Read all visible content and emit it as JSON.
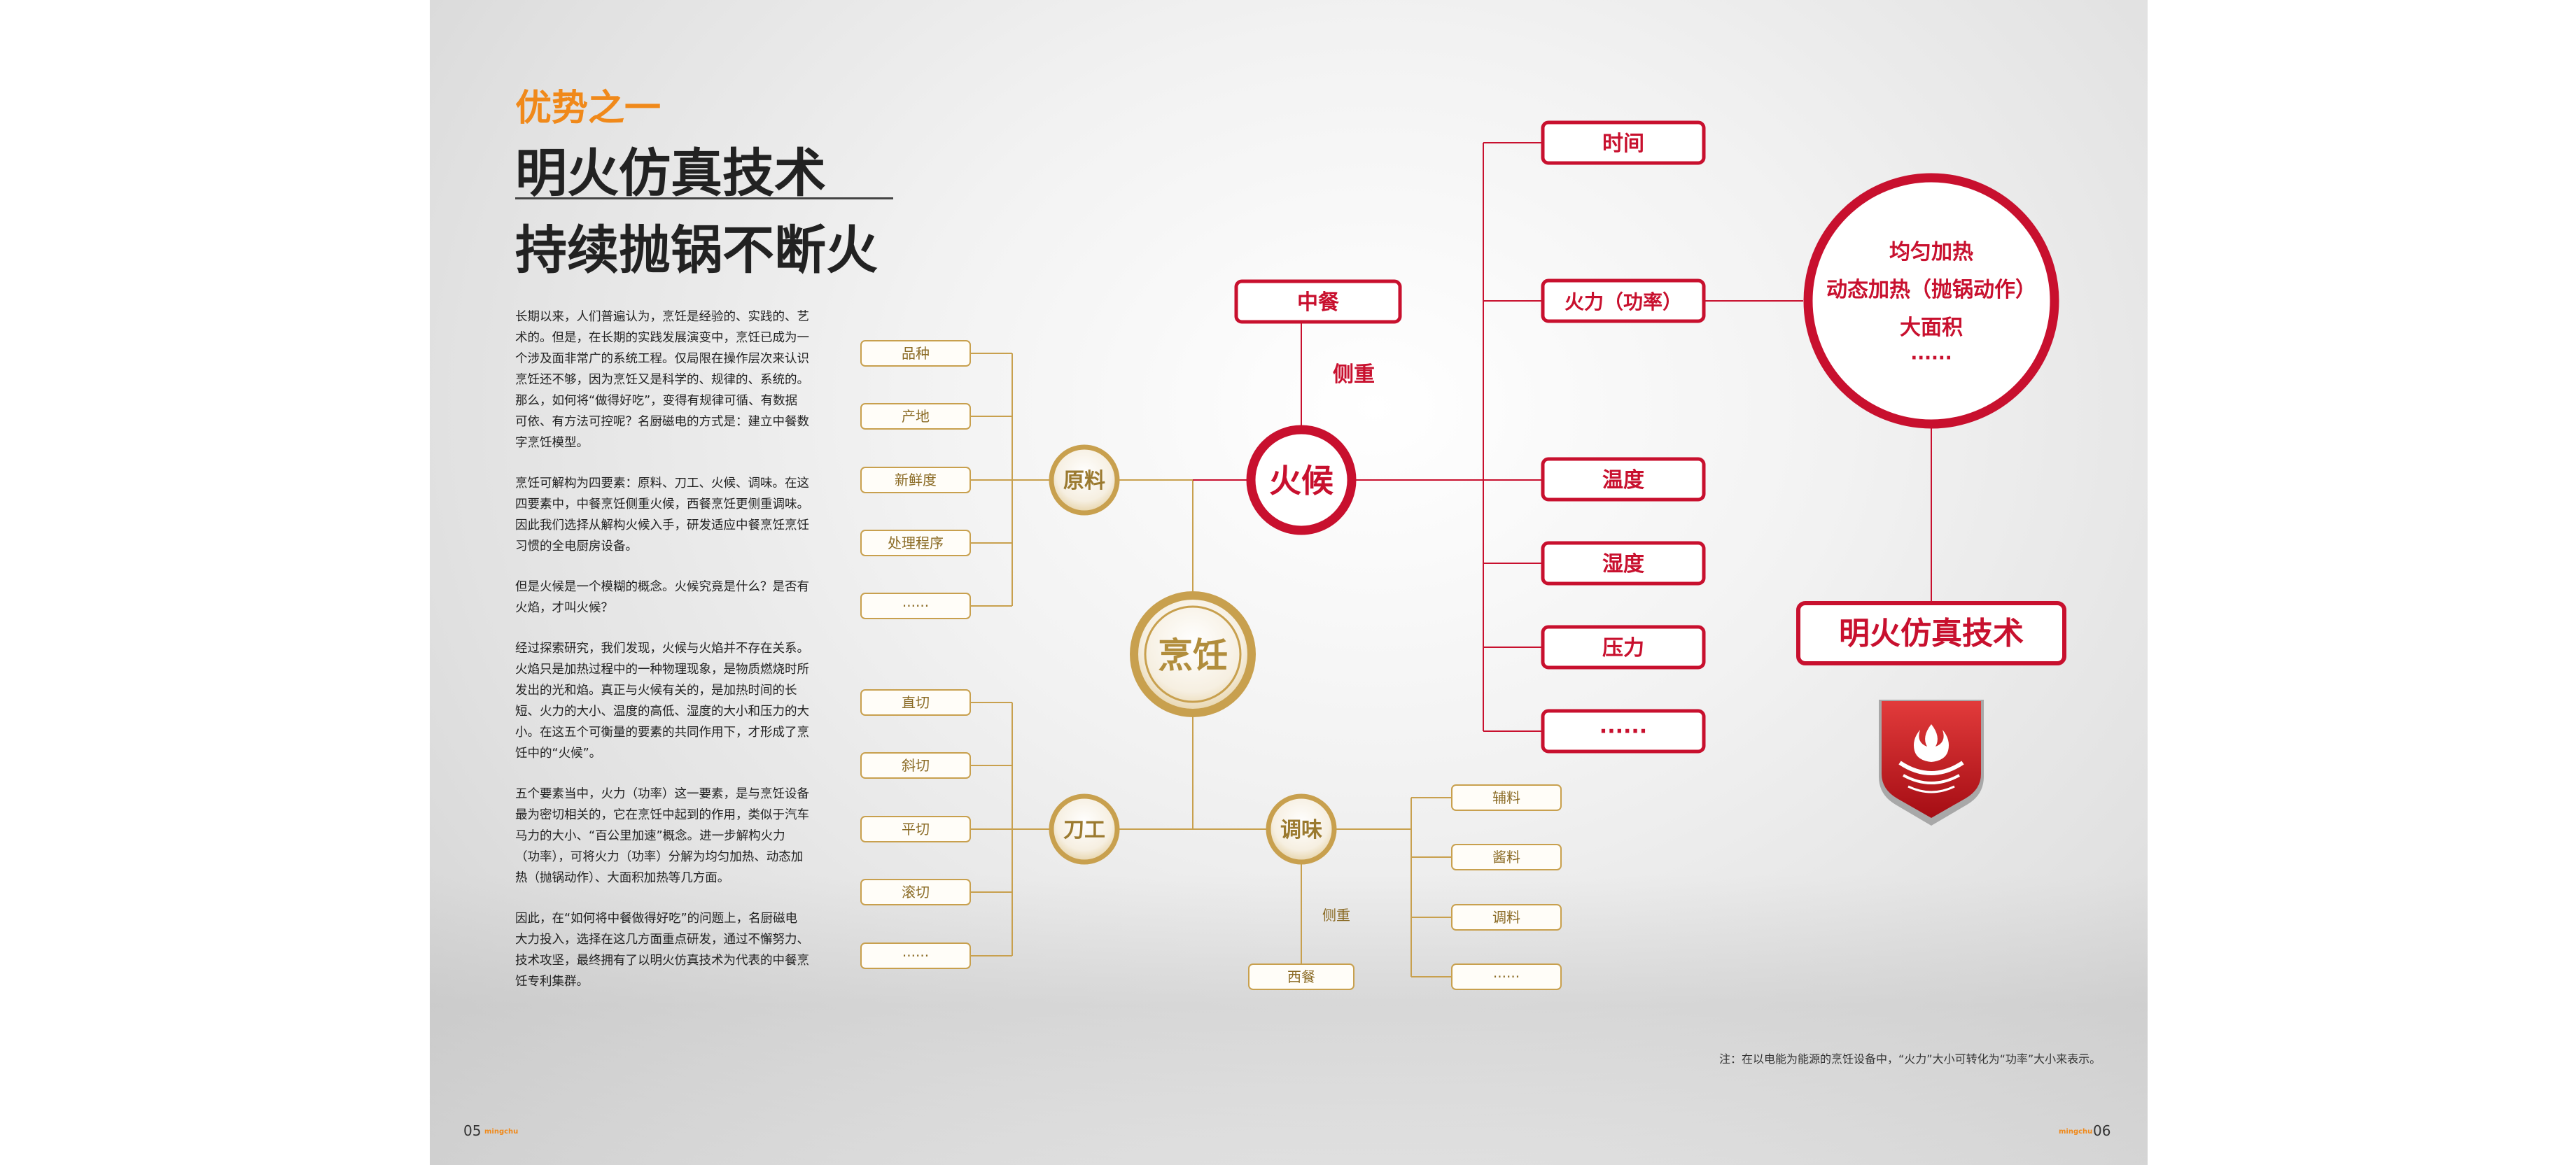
{
  "kicker": "优势之一",
  "title_line1": "明火仿真技术",
  "title_line2": "持续抛锅不断火",
  "paragraphs": [
    "长期以来，人们普遍认为，烹饪是经验的、实践的、艺术的。但是，在长期的实践发展演变中，烹饪已成为一个涉及面非常广的系统工程。仅局限在操作层次来认识烹饪还不够，因为烹饪又是科学的、规律的、系统的。那么，如何将“做得好吃”，变得有规律可循、有数据可依、有方法可控呢？名厨磁电的方式是：建立中餐数字烹饪模型。",
    "烹饪可解构为四要素：原料、刀工、火候、调味。在这四要素中，中餐烹饪侧重火候，西餐烹饪更侧重调味。因此我们选择从解构火候入手，研发适应中餐烹饪烹饪习惯的全电厨房设备。",
    "但是火候是一个模糊的概念。火候究竟是什么？是否有火焰，才叫火候？",
    "经过探索研究，我们发现，火候与火焰并不存在关系。火焰只是加热过程中的一种物理现象，是物质燃烧时所发出的光和焰。真正与火候有关的，是加热时间的长短、火力的大小、温度的高低、湿度的大小和压力的大小。在这五个可衡量的要素的共同作用下，才形成了烹饪中的“火候”。",
    "五个要素当中，火力（功率）这一要素，是与烹饪设备最为密切相关的，它在烹饪中起到的作用，类似于汽车马力的大小、“百公里加速”概念。进一步解构火力（功率），可将火力（功率）分解为均匀加热、动态加热（抛锅动作）、大面积加热等几方面。",
    "因此，在“如何将中餐做得好吃”的问题上，名厨磁电大力投入，选择在这几方面重点研发，通过不懈努力、技术攻坚，最终拥有了以明火仿真技术为代表的中餐烹饪专利集群。"
  ],
  "diagram": {
    "center": "烹饪",
    "ingredients": {
      "label": "原料",
      "items": [
        "品种",
        "产地",
        "新鲜度",
        "处理程序",
        "······"
      ]
    },
    "knife": {
      "label": "刀工",
      "items": [
        "直切",
        "斜切",
        "平切",
        "滚切",
        "······"
      ]
    },
    "heat": {
      "label": "火候"
    },
    "seasoning": {
      "label": "调味",
      "items": [
        "辅料",
        "酱料",
        "调料",
        "······"
      ]
    },
    "chinese": "中餐",
    "western": "西餐",
    "emphasis_chinese": "侧重",
    "emphasis_western": "侧重",
    "heat_factors": [
      "时间",
      "火力（功率）",
      "温度",
      "湿度",
      "压力",
      "······"
    ],
    "power_circle": [
      "均匀加热",
      "动态加热（抛锅动作）",
      "大面积",
      "······"
    ],
    "tech_label": "明火仿真技术"
  },
  "footnote": "注：在以电能为能源的烹饪设备中，“火力”大小可转化为“功率”大小来表示。",
  "page_left": "05",
  "page_right": "06",
  "brand_mark": "mingchu",
  "colors": {
    "red": "#c8102e",
    "gold": "#c8a04e",
    "orange": "#f0891a"
  }
}
